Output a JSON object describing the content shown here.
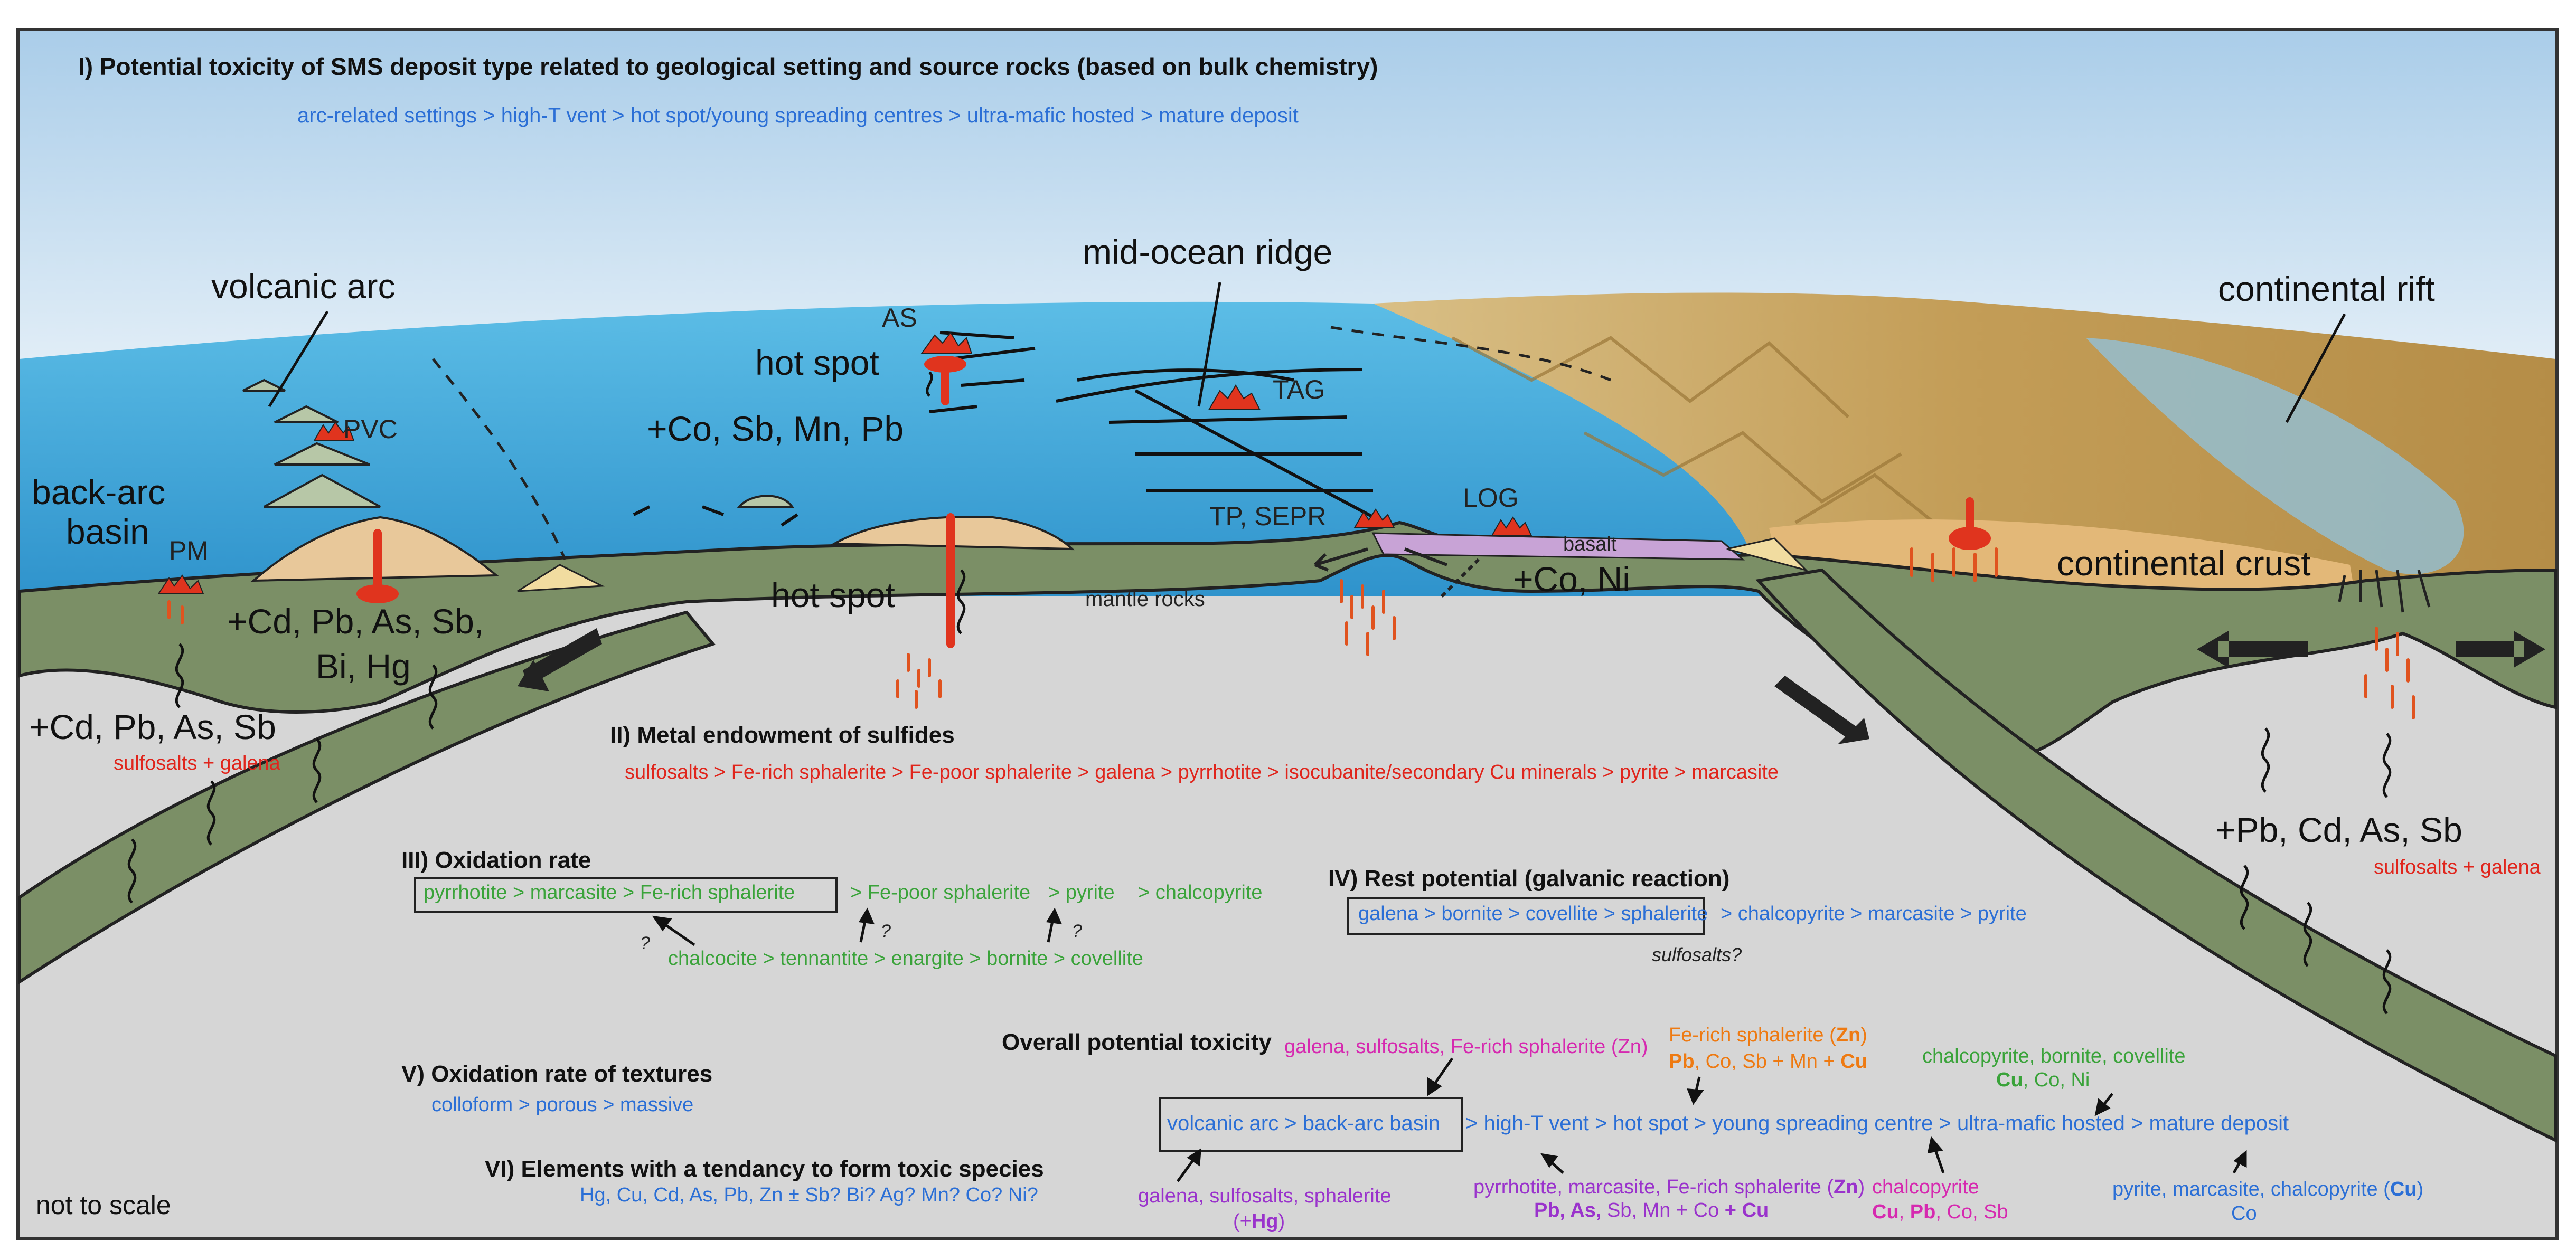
{
  "colors": {
    "sky_top": "#b9d6ec",
    "ocean": "#3aa6d8",
    "crust": "#7b8f66",
    "mantle": "#d6d6d6",
    "sediment": "#e8c89a",
    "land": "#c6a35c",
    "vent_red": "#e0341e",
    "blue_text": "#2b6fd6",
    "red_text": "#e0251c",
    "green_text": "#3aa33a",
    "magenta_text": "#d62ab0",
    "purple_text": "#9a33cc",
    "orange_text": "#ee7a12"
  },
  "section1": {
    "title": "I) Potential toxicity of SMS deposit type related to geological setting and source rocks (based on bulk chemistry)",
    "ranking": "arc-related settings > high-T vent > hot spot/young spreading centres > ultra-mafic hosted > mature deposit"
  },
  "labels": {
    "volcanic_arc": "volcanic arc",
    "mid_ocean_ridge": "mid-ocean ridge",
    "continental_rift": "continental rift",
    "back_arc_basin_1": "back-arc",
    "back_arc_basin_2": "basin",
    "pm": "PM",
    "pvc": "PVC",
    "as": "AS",
    "hot_spot_upper": "hot spot",
    "hot_spot_lower": "hot spot",
    "tag": "TAG",
    "tp_sepr": "TP, SEPR",
    "log": "LOG",
    "basalt": "basalt",
    "mantle_rocks": "mantle rocks",
    "continental_crust": "continental crust",
    "not_to_scale": "not to scale"
  },
  "elements": {
    "arc_cd": "+Cd, Pb, As, Sb,",
    "arc_bi": "Bi, Hg",
    "backarc_cd": "+Cd, Pb, As, Sb",
    "backarc_sulfosalts": "sulfosalts + galena",
    "hotspot_co": "+Co, Sb, Mn, Pb",
    "log_co": "+Co, Ni",
    "rift_pb": "+Pb, Cd, As, Sb",
    "rift_sulfosalts": "sulfosalts + galena"
  },
  "section2": {
    "title": "II) Metal endowment of sulfides",
    "ranking": "sulfosalts > Fe-rich sphalerite > Fe-poor sphalerite > galena  > pyrrhotite > isocubanite/secondary Cu minerals > pyrite > marcasite"
  },
  "section3": {
    "title": "III) Oxidation rate",
    "boxed": "pyrrhotite     > marcasite      > Fe-rich sphalerite",
    "rest1": "> Fe-poor sphalerite",
    "rest2": "> pyrite",
    "rest3": "> chalcopyrite",
    "q1": "?",
    "q2": "?",
    "q3": "?",
    "lower": "chalcocite > tennantite > enargite > bornite > covellite"
  },
  "section4": {
    "title": "IV) Rest potential (galvanic reaction)",
    "boxed": "galena > bornite > covellite > sphalerite",
    "rest": "> chalcopyrite > marcasite > pyrite",
    "note": "sulfosalts?"
  },
  "section5": {
    "title": "V) Oxidation rate of textures",
    "ranking": "colloform > porous >  massive"
  },
  "section6": {
    "title": "VI) Elements with a tendancy to form toxic species",
    "list": "Hg, Cu, Cd, As, Pb, Zn ± Sb? Bi? Ag? Mn? Co? Ni?"
  },
  "overall": {
    "title": "Overall potential toxicity",
    "boxed": "volcanic arc > back-arc basin",
    "ranking": "> high-T vent > hot spot  >  young spreading centre  >   ultra-mafic hosted  >  mature deposit",
    "ann_galena_top": "galena, sulfosalts, Fe-rich sphalerite (Zn)",
    "ann_fe_rich_1a": "Fe-rich sphalerite (",
    "ann_fe_rich_1b": "Zn",
    "ann_fe_rich_1c": ")",
    "ann_fe_rich_2a": "Pb",
    "ann_fe_rich_2b": ", Co, Sb + Mn + ",
    "ann_fe_rich_2c": "Cu",
    "ann_chalco_1": "chalcopyrite, bornite, covellite",
    "ann_chalco_2a": "Cu",
    "ann_chalco_2b": ", Co, Ni",
    "ann_galena_bot_1": "galena, sulfosalts, sphalerite",
    "ann_galena_bot_2a": "(+",
    "ann_galena_bot_2b": "Hg",
    "ann_galena_bot_2c": ")",
    "ann_pyrr_1a": "pyrrhotite, marcasite, Fe-rich sphalerite (",
    "ann_pyrr_1b": "Zn",
    "ann_pyrr_1c": ")",
    "ann_pyrr_2a": "Pb, As,",
    "ann_pyrr_2b": " Sb, Mn  + Co ",
    "ann_pyrr_2c": "+ Cu",
    "ann_chalco_b1": "chalcopyrite",
    "ann_chalco_b2a": "Cu",
    "ann_chalco_b2b": ", ",
    "ann_chalco_b2c": "Pb",
    "ann_chalco_b2d": ", Co, Sb",
    "ann_pyrite_1a": "pyrite, marcasite, chalcopyrite (",
    "ann_pyrite_1b": "Cu",
    "ann_pyrite_1c": ")",
    "ann_pyrite_2": "Co"
  }
}
